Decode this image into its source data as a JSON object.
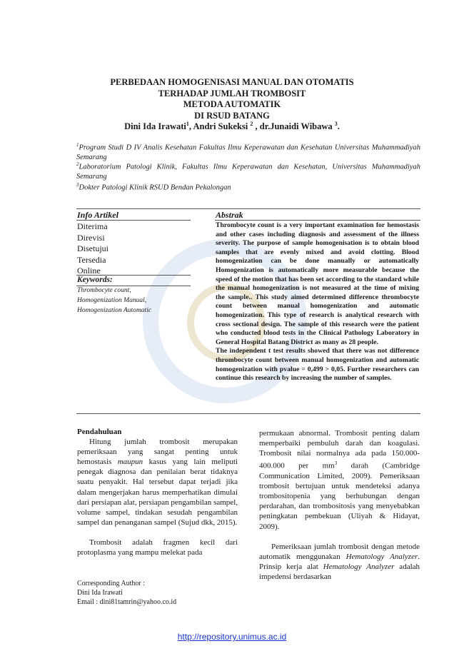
{
  "title": {
    "line1": "PERBEDAAN HOMOGENISASI MANUAL DAN OTOMATIS",
    "line2": "TERHADAP JUMLAH TROMBOSIT",
    "line3": "METODA AUTOMATIK",
    "line4": "DI RSUD BATANG"
  },
  "authors": {
    "a1": "Dini Ida Irawati",
    "a1_sup": "1",
    "a2": ", Andri Sukeksi ",
    "a2_sup": "2",
    "a3": " , dr.Junaidi Wibawa ",
    "a3_sup": "3",
    "end": "."
  },
  "affiliations": [
    {
      "sup": "1",
      "text": "Program Studi D IV Analis Kesehatan Fakultas Ilmu Keperawatan dan Kesehatan Universitas Muhammadiyah Semarang"
    },
    {
      "sup": "2",
      "text": "Laboratorium Patologi Klinik, Fakultas Ilmu Keperawatan dan Kesehatan, Universitas Muhammadiyah Semarang"
    },
    {
      "sup": "3",
      "text": "Dokter Patologi Klinik RSUD Bendan Pekalongan"
    }
  ],
  "info": {
    "heading": "Info Artikel",
    "items": [
      "Diterima",
      "Direvisi",
      "Disetujui",
      "Tersedia",
      "Online"
    ],
    "keywords_heading": "Keywords:",
    "keywords": [
      "Thrombocyte count,",
      "Homogenization Manual,",
      "Homogenization Automatic"
    ]
  },
  "abstract": {
    "heading": "Abstrak",
    "p1": "Thrombocyte count is a very important examination for hemostasis and other cases including diagnosis and assessment of the illness severity. The purpose of sample homogenisation is to obtain blood samples that are evenly mixed and avoid clotting. Blood homogenization can be done manually or automatically Homogenization is automatically more measurable because the speed of the motion that has been set according to the standard while the manual homogenization is not measured at the time of mixing the sample.. This study aimed determined difference thrombocyte count between manual homogenization and automatic homogenization. This type of research is analytical research with cross sectional design. The sample of this research were the patient who conducted blood tests in the Clinical Pathology Laboratory in General Hospital Batang District as many as 28 people.",
    "p2": "The independent t test results showed that there was not difference thrombocyte count between manual homogenization and automatic homogenization with pvalue = 0,499 > 0,05. Further researchers can continue this research by increasing the number of samples."
  },
  "body": {
    "section": "Pendahuluan",
    "left_p1_a": "Hitung jumlah trombosit merupakan pemeriksaan yang sangat penting untuk hemostasis ",
    "left_p1_em": "maupun",
    "left_p1_b": " kasus yang lain meliputi penegak diagnosa dan penilaian berat tidaknya suatu penyakit. Hal tersebut dapat terjadi jika dalam mengerjakan harus memperhatikan dimulai dari persiapan alat, persiapan pengambilan sampel, volume sampel, tindakan sesudah pengambilan sampel dan penanganan sampel (Sujud dkk, 2015).",
    "left_p2": "Trombosit adalah fragmen kecil dari protoplasma yang mampu melekat pada",
    "right_p1_a": "permukaan abnormal. Trombosit penting dalam memperbaiki pembuluh darah dan koagulasi. Trombosit nilai normalnya ada pada 150.000-400.000 per mm",
    "right_p1_sup": "3",
    "right_p1_b": " darah (Cambridge Communication Limited, 2009). Pemeriksaan trombosit bertujuan untuk mendeteksi adanya trombositopenia yang berhubungan dengan perdarahan, dan trombositosis yang menyebabkan peningkatan pembekuan (Uliyah & Hidayat, 2009).",
    "right_p2_a": "Pemeriksaan jumlah trombosit dengan metode automatik menggunakan ",
    "right_p2_em1": "Hematology Analyzer",
    "right_p2_b": ". Prinsip kerja alat ",
    "right_p2_em2": "Hematology Analyzer",
    "right_p2_c": " adalah impedensi berdasarkan"
  },
  "corresponding": {
    "label": "Corresponding Author :",
    "name": "Dini Ida Irawati",
    "email": "Email : dini81tamrin@yahoo.co.id"
  },
  "footer": {
    "link": "http://repository.unimus.ac.id"
  }
}
